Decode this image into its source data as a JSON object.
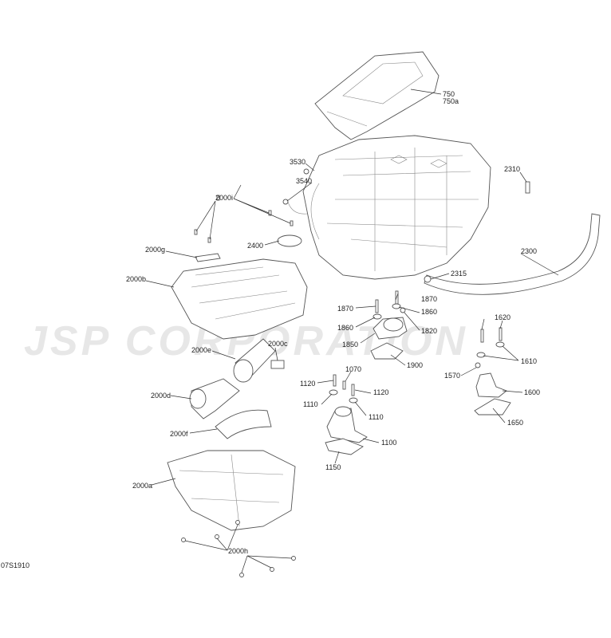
{
  "watermark": "JSP CORPORATION",
  "diagram_code": "07S1910",
  "labels": {
    "l750": "750",
    "l750a": "750a",
    "l3530": "3530",
    "l3540": "3540",
    "l2310": "2310",
    "l2000i": "2000i",
    "l2400": "2400",
    "l2000g": "2000g",
    "l2300": "2300",
    "l2000b": "2000b",
    "l2315": "2315",
    "l1870a": "1870",
    "l1870b": "1870",
    "l1860a": "1860",
    "l1860b": "1860",
    "l1820": "1820",
    "l1850": "1850",
    "l2000e": "2000e",
    "l2000c": "2000c",
    "l1900": "1900",
    "l1620": "1620",
    "l1610": "1610",
    "l1070": "1070",
    "l1120a": "1120",
    "l1120b": "1120",
    "l1570": "1570",
    "l1600": "1600",
    "l1110a": "1110",
    "l2000d": "2000d",
    "l1110b": "1110",
    "l1650": "1650",
    "l1100": "1100",
    "l2000f": "2000f",
    "l1150": "1150",
    "l2000a": "2000a",
    "l2000h": "2000h"
  }
}
